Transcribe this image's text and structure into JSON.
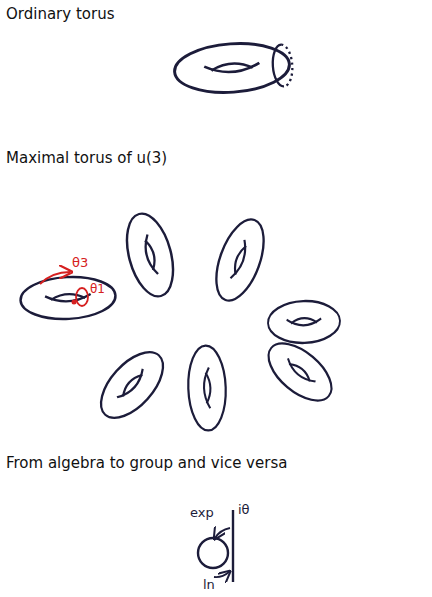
{
  "diagram": {
    "labels": [
      "Ordinary torus",
      "Maximal torus of u(3)",
      "θ3",
      "θ1",
      "From algebra to group and vice versa",
      "exp",
      "iθ",
      "ln"
    ]
  }
}
